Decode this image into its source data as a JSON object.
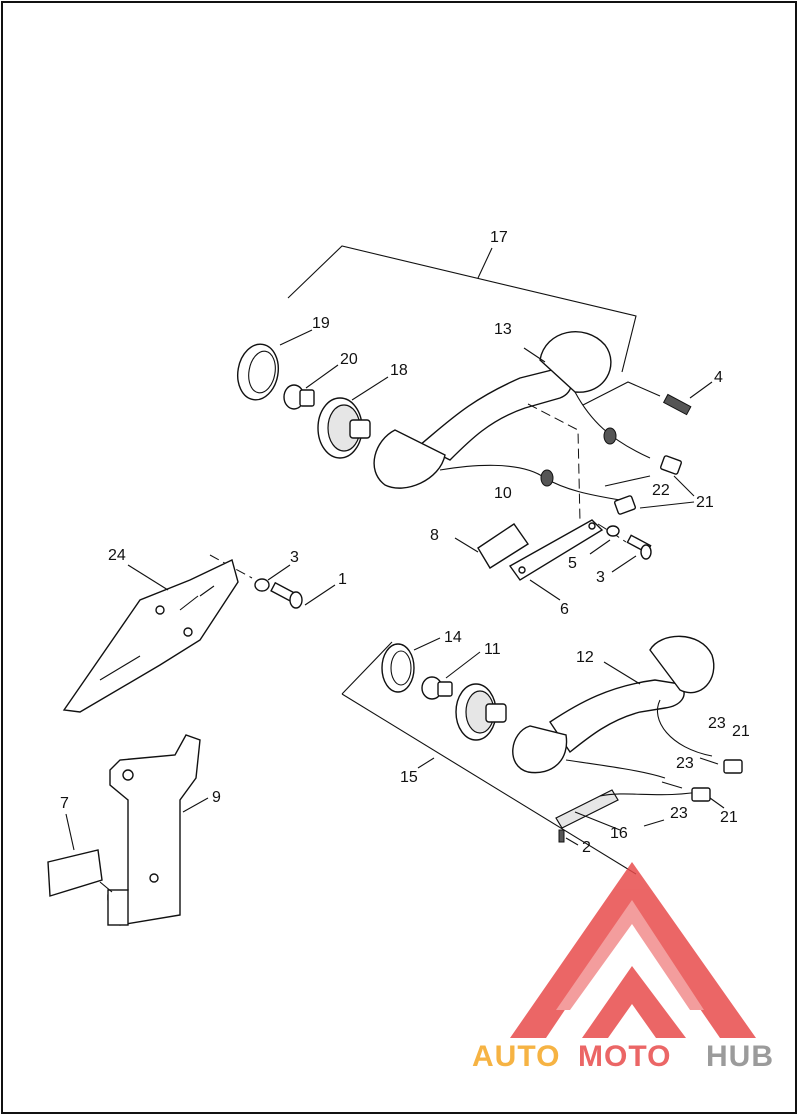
{
  "diagram": {
    "callouts": {
      "c1": "1",
      "c2": "2",
      "c3a": "3",
      "c3b": "3",
      "c4": "4",
      "c5": "5",
      "c6": "6",
      "c7": "7",
      "c8": "8",
      "c9": "9",
      "c10": "10",
      "c11": "11",
      "c12": "12",
      "c13": "13",
      "c14": "14",
      "c15": "15",
      "c16": "16",
      "c17": "17",
      "c18": "18",
      "c19": "19",
      "c20": "20",
      "c21a": "21",
      "c21b": "21",
      "c21c": "21",
      "c22": "22",
      "c23a": "23",
      "c23b": "23",
      "c23c": "23",
      "c24": "24"
    }
  },
  "watermark": {
    "part1": "AUTO",
    "part2": "MOTO",
    "part3": "HUB",
    "colors": {
      "red": "#e84c4c",
      "orange": "#f5a623",
      "gray": "#8a8a8a"
    }
  }
}
